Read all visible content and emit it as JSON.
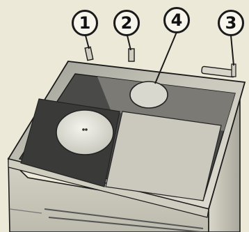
{
  "callouts": {
    "c1": "1",
    "c2": "2",
    "c3": "3",
    "c4": "4"
  },
  "colors": {
    "background": "#ece9d8",
    "cabinet": "#d8d6c8",
    "cooktop_light": "#b8b6aa",
    "cooktop_dark": "#404040",
    "outline": "#1a1a1a"
  }
}
